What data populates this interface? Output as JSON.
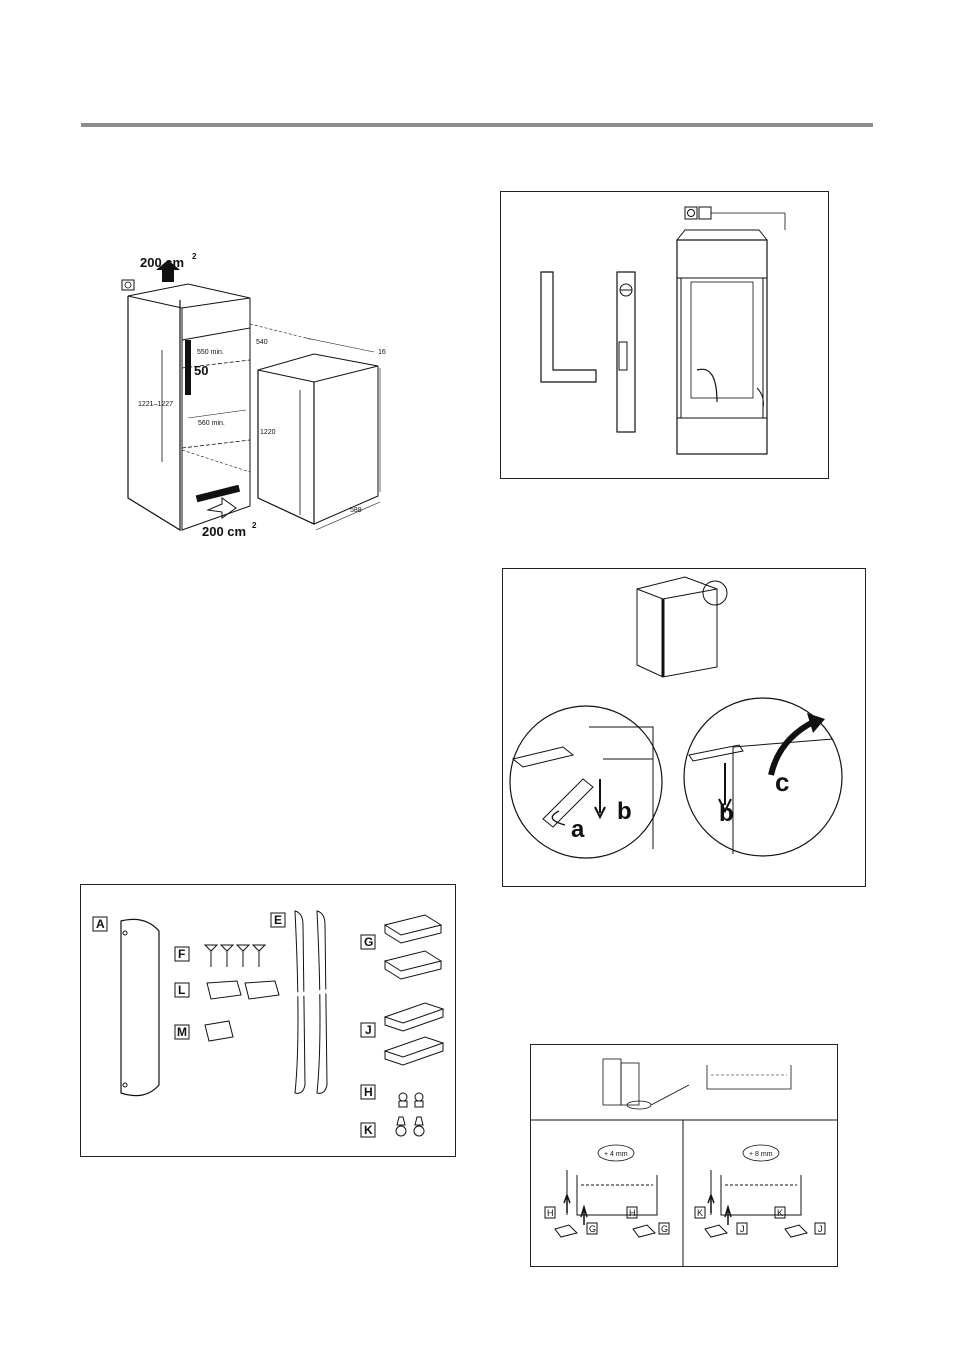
{
  "installation_dims": {
    "vent_top": "200 cm",
    "vent_top_sup": "2",
    "vent_bottom": "200 cm",
    "vent_bottom_sup": "2",
    "dim_550": "550 min.",
    "dim_50": "50",
    "dim_1221": "1221–1227",
    "dim_560": "560 min.",
    "dim_540": "540",
    "dim_16": "16",
    "dim_1220": "1220",
    "dim_588": "588"
  },
  "door_steps": {
    "label_a": "a",
    "label_b1": "b",
    "label_b2": "b",
    "label_c": "c"
  },
  "accessories": {
    "A": "A",
    "E": "E",
    "F": "F",
    "L": "L",
    "M": "M",
    "G": "G",
    "J": "J",
    "H": "H",
    "K": "K"
  },
  "adjust": {
    "left_spacer": "+ 4 mm",
    "right_spacer": "+ 8 mm",
    "left": {
      "h1": "H",
      "g1": "G",
      "h2": "H",
      "g2": "G"
    },
    "right": {
      "k1": "K",
      "j1": "J",
      "k2": "K",
      "j2": "J"
    }
  }
}
